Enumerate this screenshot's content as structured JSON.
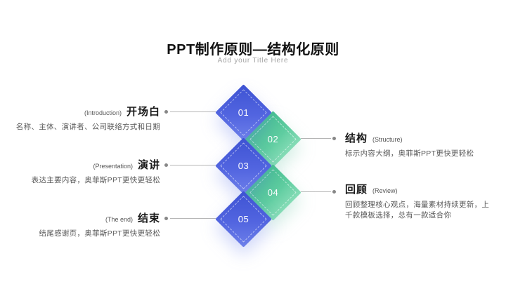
{
  "header": {
    "title": "PPT制作原则—结构化原则",
    "subtitle": "Add your Title Here"
  },
  "diamonds": [
    {
      "number": "01",
      "color": "blue"
    },
    {
      "number": "02",
      "color": "green"
    },
    {
      "number": "03",
      "color": "blue"
    },
    {
      "number": "04",
      "color": "green"
    },
    {
      "number": "05",
      "color": "blue"
    }
  ],
  "left_items": [
    {
      "tag": "(Introduction)",
      "title": "开场白",
      "desc": "名称、主体、演讲者、公司联络方式和日期"
    },
    {
      "tag": "(Presentation)",
      "title": "演讲",
      "desc": "表达主要内容，奥菲斯PPT更快更轻松"
    },
    {
      "tag": "(The end)",
      "title": "结束",
      "desc": "结尾感谢页，奥菲斯PPT更快更轻松"
    }
  ],
  "right_items": [
    {
      "title": "结构",
      "tag": "(Structure)",
      "desc": "标示内容大纲，奥菲斯PPT更快更轻松"
    },
    {
      "title": "回顾",
      "tag": "(Review)",
      "desc": "回顾整理核心观点，海量素材持续更新，上千款模板选择，总有一款适合你"
    }
  ],
  "colors": {
    "blue_dark": "#3e53d3",
    "blue_light": "#6e80ea",
    "green_dark": "#45c08e",
    "green_light": "#85dcb6",
    "connector_line": "#b5b5b5",
    "connector_dot": "#878787",
    "title_text": "#111111",
    "body_text": "#595959"
  }
}
